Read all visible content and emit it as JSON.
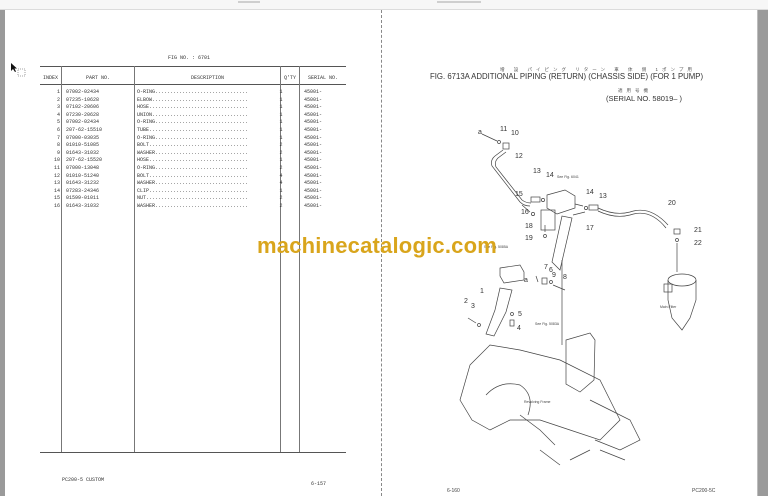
{
  "viewer": {
    "toolbar_visible": true
  },
  "left_page": {
    "fig_label": "FIG NO. : 6701",
    "headers": {
      "index": "INDEX",
      "part_no": "PART NO.",
      "description": "DESCRIPTION",
      "qty": "Q'TY",
      "serial_no": "SERIAL NO."
    },
    "rows": [
      {
        "index": "1",
        "part_no": "07002-02434",
        "description": "O-RING...............................",
        "qty": "1",
        "serial_no": "45001-"
      },
      {
        "index": "2",
        "part_no": "07235-10628",
        "description": "ELBOW................................",
        "qty": "1",
        "serial_no": "45001-"
      },
      {
        "index": "3",
        "part_no": "07102-20606",
        "description": "HOSE.................................",
        "qty": "1",
        "serial_no": "45001-"
      },
      {
        "index": "4",
        "part_no": "07230-20628",
        "description": "UNION................................",
        "qty": "1",
        "serial_no": "45001-"
      },
      {
        "index": "5",
        "part_no": "07002-02434",
        "description": "O-RING...............................",
        "qty": "1",
        "serial_no": "45001-"
      },
      {
        "index": "6",
        "part_no": "207-62-15510",
        "description": "TUBE.................................",
        "qty": "1",
        "serial_no": "45001-"
      },
      {
        "index": "7",
        "part_no": "07000-03035",
        "description": "O-RING...............................",
        "qty": "1",
        "serial_no": "45001-"
      },
      {
        "index": "8",
        "part_no": "01010-51085",
        "description": "BOLT.................................",
        "qty": "2",
        "serial_no": "45001-"
      },
      {
        "index": "9",
        "part_no": "01643-31032",
        "description": "WASHER...............................",
        "qty": "2",
        "serial_no": "45001-"
      },
      {
        "index": "10",
        "part_no": "207-62-15520",
        "description": "HOSE.................................",
        "qty": "1",
        "serial_no": "45001-"
      },
      {
        "index": "11",
        "part_no": "07000-13048",
        "description": "O-RING...............................",
        "qty": "2",
        "serial_no": "45001-"
      },
      {
        "index": "12",
        "part_no": "01010-51240",
        "description": "BOLT.................................",
        "qty": "4",
        "serial_no": "45001-"
      },
      {
        "index": "13",
        "part_no": "01643-31232",
        "description": "WASHER...............................",
        "qty": "4",
        "serial_no": "45001-"
      },
      {
        "index": "14",
        "part_no": "07283-24346",
        "description": "CLIP.................................",
        "qty": "1",
        "serial_no": "45001-"
      },
      {
        "index": "15",
        "part_no": "01599-01011",
        "description": "NUT..................................",
        "qty": "2",
        "serial_no": "45001-"
      },
      {
        "index": "16",
        "part_no": "01643-31032",
        "description": "WASHER...............................",
        "qty": "2",
        "serial_no": "45001-"
      }
    ],
    "footer_model": "PC200-5 CUSTOM",
    "footer_page": "6-157"
  },
  "right_page": {
    "jp_title": "増 設 パイピング リターン 車 体 側 1ポンプ用",
    "fig_title": "FIG. 6713A  ADDITIONAL PIPING (RETURN) (CHASSIS SIDE) (FOR 1 PUMP)",
    "jp_serial": "適用号機",
    "serial": "(SERIAL NO. 58019– )",
    "callouts": [
      "a",
      "11",
      "10",
      "12",
      "13",
      "14",
      "15",
      "16",
      "17",
      "18",
      "19",
      "13",
      "14",
      "20",
      "21",
      "22",
      "1",
      "2",
      "3",
      "4",
      "5",
      "6",
      "7",
      "8",
      "9",
      "a"
    ],
    "notes": {
      "see_6041": "See Fig. 6041",
      "see_5085a": "See Fig. 5085A",
      "see_5083a": "See Fig. 5083A",
      "main_filter": "Main Filter",
      "revolving_frame": "Revolving Frame"
    },
    "footer_page": "6-160",
    "footer_model": "PC200-5C"
  },
  "watermark": "machinecatalogic.com"
}
